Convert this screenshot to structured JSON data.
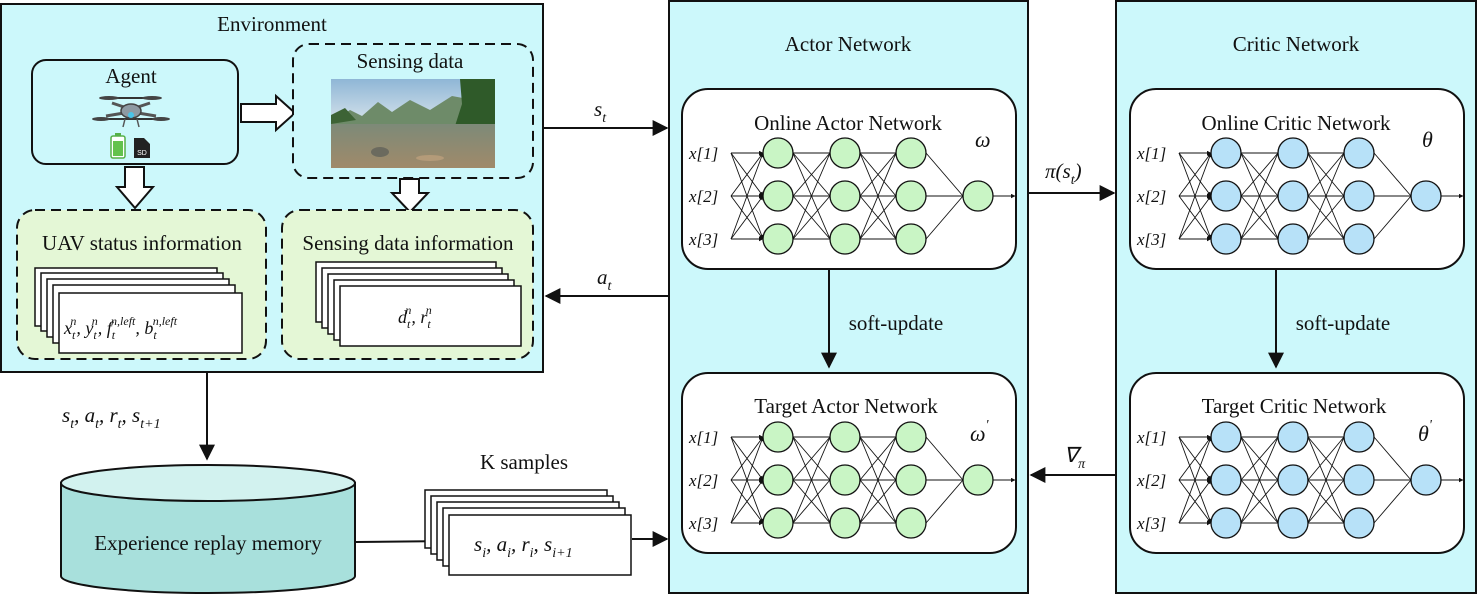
{
  "environment": {
    "title": "Environment",
    "agent_label": "Agent",
    "sensing_label": "Sensing data",
    "uav_status_label": "UAV status information",
    "sensing_info_label": "Sensing data information",
    "uav_status_formula": "x_t^n, y_t^n, f_t^{n,left}, b_t^{n,left}",
    "sensing_info_formula": "d_t^n, r_t^n"
  },
  "actor": {
    "title": "Actor Network",
    "online_label": "Online Actor Network",
    "target_label": "Target Actor Network",
    "online_param": "ω",
    "target_param": "ω'",
    "soft_update": "soft-update"
  },
  "critic": {
    "title": "Critic Network",
    "online_label": "Online Critic Network",
    "target_label": "Target Critic Network",
    "online_param": "θ",
    "target_param": "θ'",
    "soft_update": "soft-update"
  },
  "inputs": [
    "x[1]",
    "x[2]",
    "x[3]"
  ],
  "arrows": {
    "state": "s_t",
    "action": "a_t",
    "policy": "π(s_t)",
    "gradient": "∇_π",
    "transition": "s_t, a_t, r_t, s_{t+1}",
    "k_samples": "K samples",
    "sample_tuple": "s_i, a_i, r_i, s_{i+1}"
  },
  "memory": {
    "label": "Experience replay memory"
  },
  "colors": {
    "panel_cyan": "#ccf8fb",
    "dashed_green": "#e4f7d6",
    "actor_node": "#c9f5c5",
    "critic_node": "#b7e1f8",
    "memory_fill": "#a8e0dc",
    "memory_top": "#d2f2ef"
  }
}
